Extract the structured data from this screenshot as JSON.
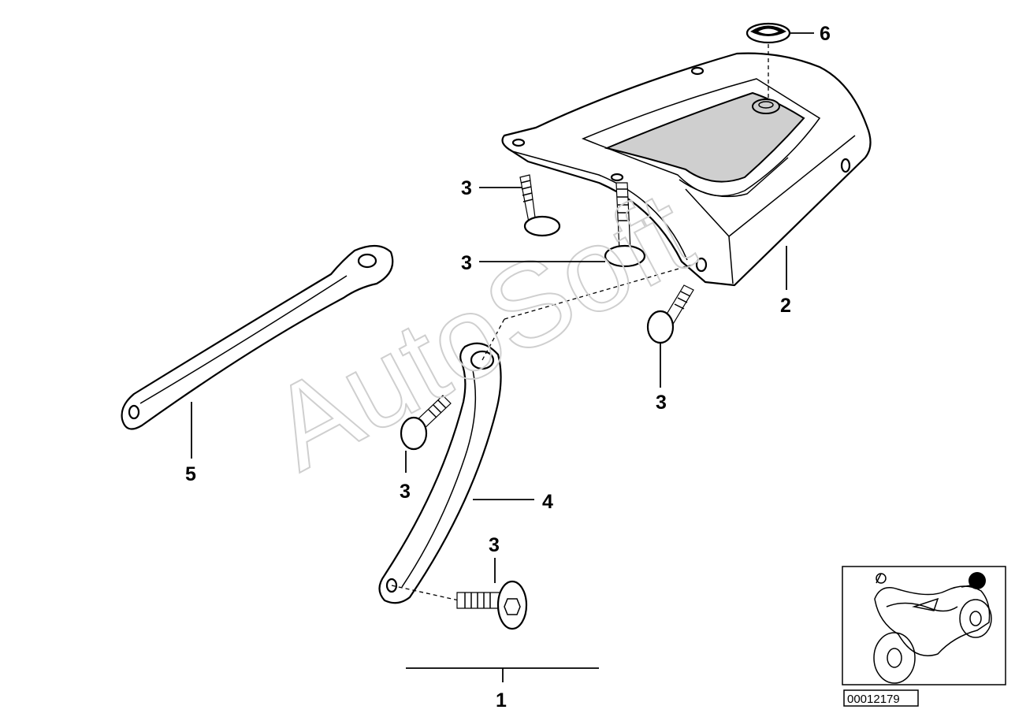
{
  "diagram": {
    "watermark": "AutoSoft",
    "callouts": {
      "c1": "1",
      "c2": "2",
      "c3a": "3",
      "c3b": "3",
      "c3c": "3",
      "c3d": "3",
      "c3e": "3",
      "c4": "4",
      "c5": "5",
      "c6": "6"
    },
    "reference_number": "00012179"
  }
}
